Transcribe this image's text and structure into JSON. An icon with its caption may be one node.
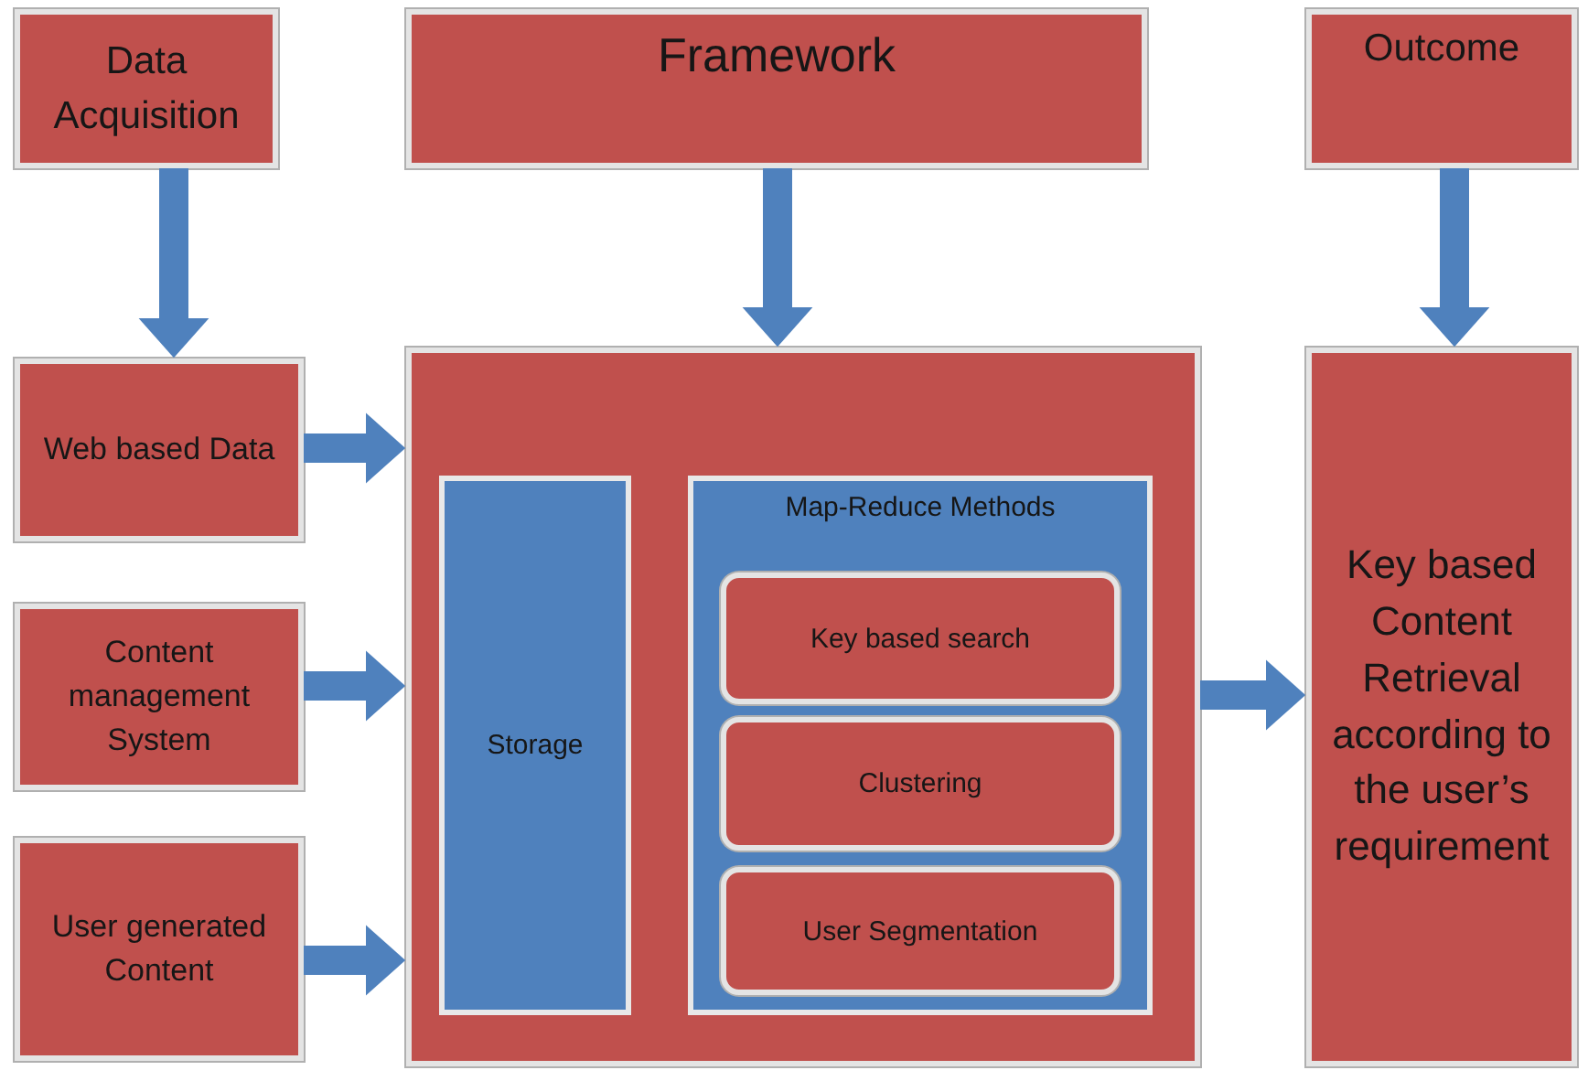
{
  "diagram": {
    "nodes": [
      {
        "text": [
          "Data Acquisition"
        ]
      },
      {
        "text": [
          "Framework"
        ]
      },
      {
        "text": [
          "Outcome"
        ]
      },
      {
        "text": [
          "Web based Data"
        ]
      },
      {
        "text": [
          "Content management System"
        ]
      },
      {
        "text": [
          "User generated Content"
        ]
      },
      {
        "text": [],
        "shape": "box"
      },
      {
        "text": [
          "Storage"
        ],
        "in": 6
      },
      {
        "text": [
          "Map-Reduce Methods"
        ],
        "in": 6
      },
      {
        "text": [
          "Key based search"
        ],
        "in": 8
      },
      {
        "text": [
          "Clustering"
        ],
        "in": 8
      },
      {
        "text": [
          "User Segmentation"
        ],
        "in": 8
      },
      {
        "text": [
          "Key based Content Retrieval according to the user’s requirement"
        ]
      }
    ],
    "edges": [
      {
        "from": 0,
        "to": 3,
        "arrow": "to"
      },
      {
        "from": 1,
        "to": 6,
        "arrow": "to"
      },
      {
        "from": 2,
        "to": 12,
        "arrow": "to"
      },
      {
        "from": 3,
        "to": 6,
        "arrow": "to"
      },
      {
        "from": 4,
        "to": 6,
        "arrow": "to"
      },
      {
        "from": 5,
        "to": 6,
        "arrow": "to"
      },
      {
        "from": 6,
        "to": 12,
        "arrow": "to"
      }
    ]
  }
}
